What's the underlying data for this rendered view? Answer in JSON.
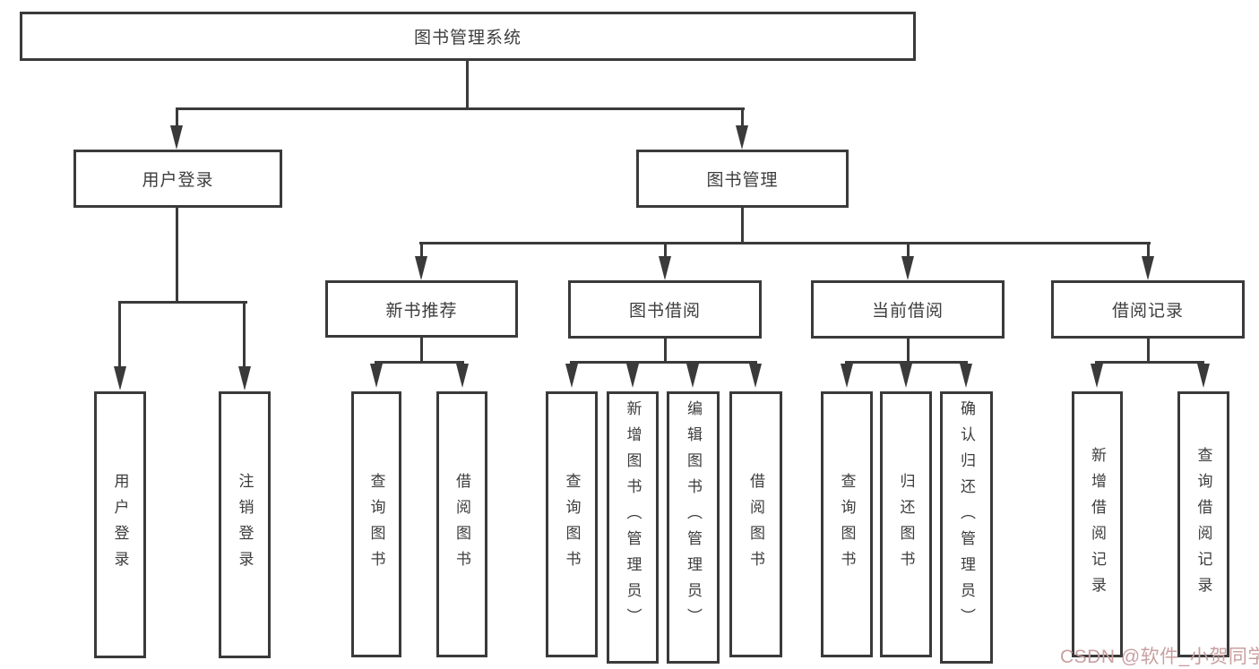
{
  "diagram": {
    "type": "hierarchy-tree",
    "nodes": {
      "root": "图书管理系统",
      "user_login": "用户登录",
      "book_management": "图书管理",
      "new_book_recommend": "新书推荐",
      "book_borrowing": "图书借阅",
      "current_borrowing": "当前借阅",
      "borrowing_records": "借阅记录",
      "leaf_user_login": "用户登录",
      "leaf_logout": "注销登录",
      "leaf_nb_query": "查询图书",
      "leaf_nb_borrow": "借阅图书",
      "leaf_bb_query": "查询图书",
      "leaf_bb_add": "新增图书（管理员）",
      "leaf_bb_edit": "编辑图书（管理员）",
      "leaf_bb_borrow": "借阅图书",
      "leaf_cb_query": "查询图书",
      "leaf_cb_return": "归还图书",
      "leaf_cb_confirm": "确认归还（管理员）",
      "leaf_br_add": "新增借阅记录",
      "leaf_br_query": "查询借阅记录"
    },
    "hierarchy": {
      "图书管理系统": {
        "用户登录": [
          "用户登录",
          "注销登录"
        ],
        "图书管理": {
          "新书推荐": [
            "查询图书",
            "借阅图书"
          ],
          "图书借阅": [
            "查询图书",
            "新增图书（管理员）",
            "编辑图书（管理员）",
            "借阅图书"
          ],
          "当前借阅": [
            "查询图书",
            "归还图书",
            "确认归还（管理员）"
          ],
          "借阅记录": [
            "新增借阅记录",
            "查询借阅记录"
          ]
        }
      }
    }
  },
  "watermark": "CSDN @软件_小贺同学",
  "colors": {
    "line": "#3a3a3a",
    "text": "#3d3d3d",
    "background": "#ffffff",
    "watermark": "#c99fa0"
  }
}
